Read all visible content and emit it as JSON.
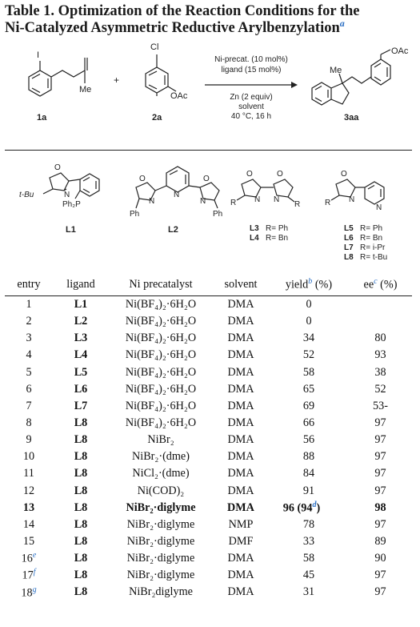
{
  "title": {
    "line1": "Table 1. Optimization of the Reaction Conditions for the",
    "line2": "Ni-Catalyzed Asymmetric Reductive Arylbenzylation",
    "footnote_mark": "a"
  },
  "scheme": {
    "substrate1_label": "1a",
    "substrate1_sub_me": "Me",
    "substrate1_iodo": "I",
    "plus": "+",
    "substrate2_label": "2a",
    "substrate2_cl": "Cl",
    "substrate2_oac": "OAc",
    "cond_above1": "Ni-precat. (10 mol%)",
    "cond_above2": "ligand (15 mol%)",
    "cond_below1": "Zn (2 equiv)",
    "cond_below2": "solvent",
    "cond_below3": "40 °C, 16 h",
    "product_label": "3aa",
    "product_me": "Me",
    "product_oac": "OAc"
  },
  "ligands": {
    "l1_label": "L1",
    "l1_tbu": "t-Bu",
    "l1_pph2": "Ph₂P",
    "l2_label": "L2",
    "l2_ph_left": "Ph",
    "l2_ph_right": "Ph",
    "r_left": "R",
    "r_right": "R",
    "l3_label": "L3",
    "l3_r": "R= Ph",
    "l4_label": "L4",
    "l4_r": "R= Bn",
    "l5_label": "L5",
    "l5_r": "R= Ph",
    "l6_label": "L6",
    "l6_r": "R= Bn",
    "l7_label": "L7",
    "l7_r": "R= i-Pr",
    "l8_label": "L8",
    "l8_r": "R= t-Bu",
    "r_single": "R"
  },
  "table": {
    "headers": {
      "entry": "entry",
      "ligand": "ligand",
      "ni": "Ni precatalyst",
      "solvent": "solvent",
      "yield": "yield",
      "yield_fn": "b",
      "yield_unit": " (%)",
      "ee": "ee",
      "ee_fn": "c",
      "ee_unit": " (%)"
    },
    "rows": [
      {
        "entry": "1",
        "fn": "",
        "ligand": "L1",
        "ni": "Ni(BF₄)₂·6H₂O",
        "solvent": "DMA",
        "yield": "0",
        "ee": ""
      },
      {
        "entry": "2",
        "fn": "",
        "ligand": "L2",
        "ni": "Ni(BF₄)₂·6H₂O",
        "solvent": "DMA",
        "yield": "0",
        "ee": ""
      },
      {
        "entry": "3",
        "fn": "",
        "ligand": "L3",
        "ni": "Ni(BF₄)₂·6H₂O",
        "solvent": "DMA",
        "yield": "34",
        "ee": "80"
      },
      {
        "entry": "4",
        "fn": "",
        "ligand": "L4",
        "ni": "Ni(BF₄)₂·6H₂O",
        "solvent": "DMA",
        "yield": "52",
        "ee": "93"
      },
      {
        "entry": "5",
        "fn": "",
        "ligand": "L5",
        "ni": "Ni(BF₄)₂·6H₂O",
        "solvent": "DMA",
        "yield": "58",
        "ee": "38"
      },
      {
        "entry": "6",
        "fn": "",
        "ligand": "L6",
        "ni": "Ni(BF₄)₂·6H₂O",
        "solvent": "DMA",
        "yield": "65",
        "ee": "52"
      },
      {
        "entry": "7",
        "fn": "",
        "ligand": "L7",
        "ni": "Ni(BF₄)₂·6H₂O",
        "solvent": "DMA",
        "yield": "69",
        "ee": "53-"
      },
      {
        "entry": "8",
        "fn": "",
        "ligand": "L8",
        "ni": "Ni(BF₄)₂·6H₂O",
        "solvent": "DMA",
        "yield": "66",
        "ee": "97"
      },
      {
        "entry": "9",
        "fn": "",
        "ligand": "L8",
        "ni": "NiBr₂",
        "solvent": "DMA",
        "yield": "56",
        "ee": "97"
      },
      {
        "entry": "10",
        "fn": "",
        "ligand": "L8",
        "ni": "NiBr₂·(dme)",
        "solvent": "DMA",
        "yield": "88",
        "ee": "97"
      },
      {
        "entry": "11",
        "fn": "",
        "ligand": "L8",
        "ni": "NiCl₂·(dme)",
        "solvent": "DMA",
        "yield": "84",
        "ee": "97"
      },
      {
        "entry": "12",
        "fn": "",
        "ligand": "L8",
        "ni": "Ni(COD)₂",
        "solvent": "DMA",
        "yield": "91",
        "ee": "97"
      },
      {
        "entry": "13",
        "fn": "",
        "ligand": "L8",
        "ni": "NiBr₂·diglyme",
        "solvent": "DMA",
        "yield": "96 (94",
        "yield_fn": "d",
        "yield_close": ")",
        "ee": "98",
        "bold": true
      },
      {
        "entry": "14",
        "fn": "",
        "ligand": "L8",
        "ni": "NiBr₂·diglyme",
        "solvent": "NMP",
        "yield": "78",
        "ee": "97"
      },
      {
        "entry": "15",
        "fn": "",
        "ligand": "L8",
        "ni": "NiBr₂·diglyme",
        "solvent": "DMF",
        "yield": "33",
        "ee": "89"
      },
      {
        "entry": "16",
        "fn": "e",
        "ligand": "L8",
        "ni": "NiBr₂·diglyme",
        "solvent": "DMA",
        "yield": "58",
        "ee": "90"
      },
      {
        "entry": "17",
        "fn": "f",
        "ligand": "L8",
        "ni": "NiBr₂·diglyme",
        "solvent": "DMA",
        "yield": "45",
        "ee": "97"
      },
      {
        "entry": "18",
        "fn": "g",
        "ligand": "L8",
        "ni": "NiBr₂diglyme",
        "solvent": "DMA",
        "yield": "31",
        "ee": "97"
      }
    ]
  }
}
